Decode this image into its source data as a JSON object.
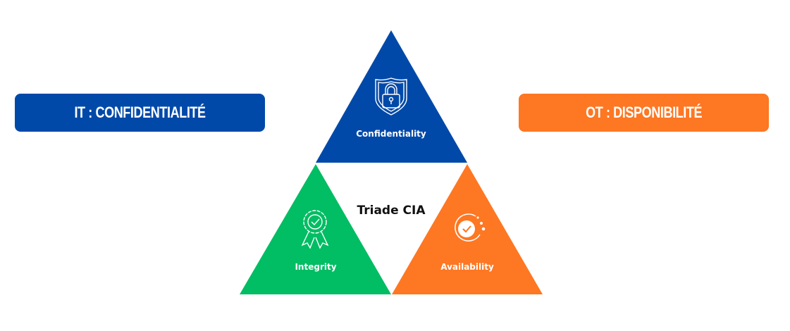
{
  "left_box": {
    "label": "IT : CONFIDENTIALITÉ"
  },
  "right_box": {
    "label": "OT : DISPONIBILITÉ"
  },
  "triad": {
    "title": "Triade CIA",
    "confidentiality": "Confidentiality",
    "integrity": "Integrity",
    "availability": "Availability"
  },
  "colors": {
    "blue": "#0149A9",
    "green": "#01BD63",
    "orange": "#FE7722"
  }
}
